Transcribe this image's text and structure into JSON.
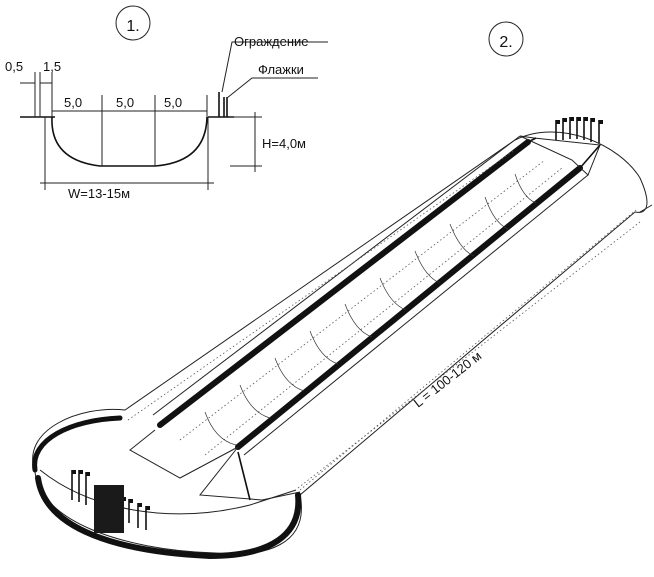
{
  "figure1": {
    "number": "1.",
    "labels": {
      "fence": "Ограждение",
      "flags": "Флажки",
      "dim_left_1": "0,5",
      "dim_left_2": "1,5",
      "seg_1": "5,0",
      "seg_2": "5,0",
      "seg_3": "5,0",
      "height": "H=4,0м",
      "width": "W=13-15м"
    }
  },
  "figure2": {
    "number": "2.",
    "labels": {
      "length": "L = 100-120 м"
    }
  },
  "colors": {
    "ink": "#111111",
    "background": "#ffffff"
  }
}
